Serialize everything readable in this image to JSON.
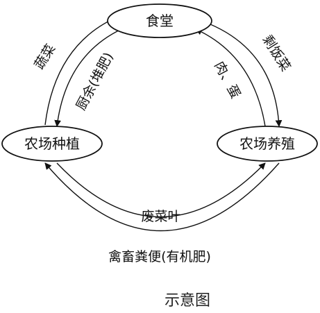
{
  "nodes": {
    "canteen": "食堂",
    "farm_planting": "农场种植",
    "farm_breeding": "农场养殖"
  },
  "edges": {
    "vegetables": "蔬菜",
    "kitchen_waste": "厨余(堆肥)",
    "leftovers": "剩饭菜",
    "meat_eggs": "肉、蛋",
    "waste_leaves": "废菜叶",
    "manure": "禽畜粪便(有机肥)"
  },
  "caption": "示意图",
  "colors": {
    "stroke": "#111111",
    "background": "#ffffff"
  }
}
